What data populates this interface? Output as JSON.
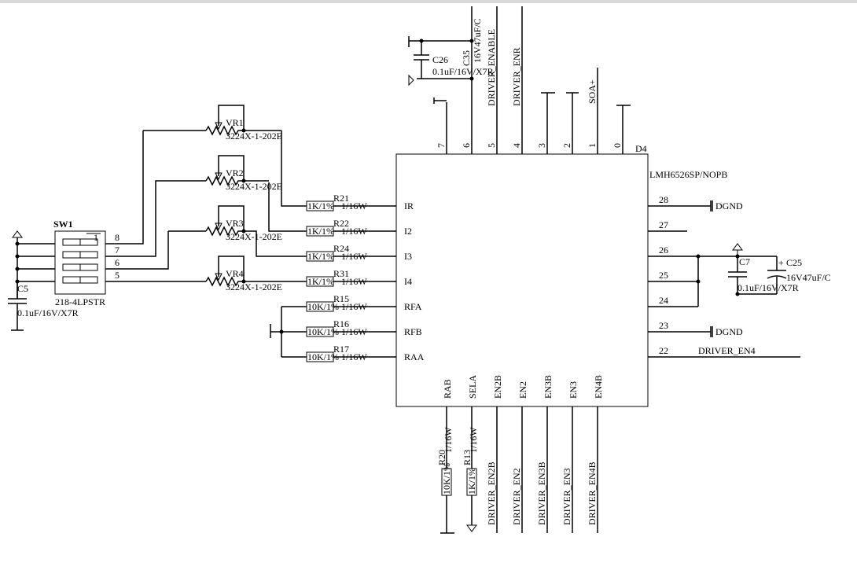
{
  "chip": {
    "designator": "D4",
    "part": "LMH6526SP/NOPB",
    "left_pins": [
      "IR",
      "I2",
      "I3",
      "I4",
      "RFA",
      "RFB",
      "RAA"
    ],
    "top_pins": [
      "7",
      "6",
      "5",
      "4",
      "3",
      "2",
      "1",
      "0"
    ],
    "right_pins": [
      "28",
      "27",
      "26",
      "25",
      "24",
      "23",
      "22"
    ],
    "bottom_pins": [
      "RAB",
      "SELA",
      "EN2B",
      "EN2",
      "EN3B",
      "EN3",
      "EN4B"
    ]
  },
  "switch": {
    "designator": "SW1",
    "part": "218-4LPSTR",
    "pins": [
      "8",
      "7",
      "6",
      "5"
    ],
    "corner_mark": "1"
  },
  "pots": [
    {
      "designator": "VR1",
      "part": "3224X-1-202E"
    },
    {
      "designator": "VR2",
      "part": "3224X-1-202E"
    },
    {
      "designator": "VR3",
      "part": "3224X-1-202E"
    },
    {
      "designator": "VR4",
      "part": "3224X-1-202E"
    }
  ],
  "resistors_left": [
    {
      "designator": "R21",
      "value": "1K/1%",
      "spec": "1/16W"
    },
    {
      "designator": "R22",
      "value": "1K/1%",
      "spec": "1/16W"
    },
    {
      "designator": "R24",
      "value": "1K/1%",
      "spec": "1/16W"
    },
    {
      "designator": "R31",
      "value": "1K/1%",
      "spec": "1/16W"
    },
    {
      "designator": "R15",
      "value": "10K/1%",
      "spec": "1/16W"
    },
    {
      "designator": "R16",
      "value": "10K/1%",
      "spec": "1/16W"
    },
    {
      "designator": "R17",
      "value": "10K/1%",
      "spec": "1/16W"
    }
  ],
  "resistors_bottom": [
    {
      "designator": "R20",
      "value": "10K/1%",
      "spec": "1/16W"
    },
    {
      "designator": "R13",
      "value": "1K/1%",
      "spec": "1/16W"
    }
  ],
  "capacitors": {
    "c5": {
      "designator": "C5",
      "value": "0.1uF/16V/X7R"
    },
    "c26": {
      "designator": "C26",
      "value": "0.1uF/16V/X7R"
    },
    "c35": {
      "designator": "C35",
      "value": "16V47uF/C"
    },
    "c7": {
      "designator": "C7",
      "value": "0.1uF/16V/X7R"
    },
    "c25": {
      "designator": "C25",
      "value": "16V47uF/C",
      "polarity": "+"
    }
  },
  "nets": {
    "top": [
      "DRIVER_ENABLE",
      "DRIVER_ENR",
      "SOA+"
    ],
    "right": [
      "DGND",
      "DGND",
      "DRIVER_EN4"
    ],
    "bottom": [
      "DRIVER_EN2B",
      "DRIVER_EN2",
      "DRIVER_EN3B",
      "DRIVER_EN3",
      "DRIVER_EN4B"
    ]
  }
}
